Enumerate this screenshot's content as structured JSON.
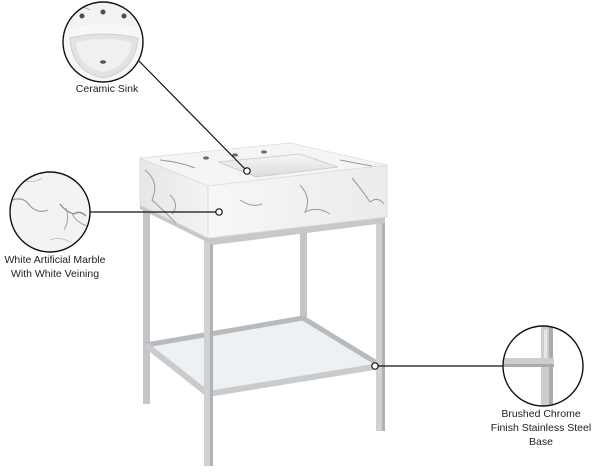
{
  "callouts": {
    "sink": {
      "lines": [
        "Ceramic Sink"
      ]
    },
    "marble": {
      "lines": [
        "White Artificial Marble",
        "With White Veining"
      ]
    },
    "base": {
      "lines": [
        "Brushed Chrome",
        "Finish Stainless Steel",
        "Base"
      ]
    }
  },
  "colors": {
    "marble": "#f4f4f2",
    "vein": "#9a9a9a",
    "steel": "#c9cbcd",
    "steel_dark": "#a8abae",
    "glass": "#eef1f3",
    "leader_line": "#111111"
  }
}
